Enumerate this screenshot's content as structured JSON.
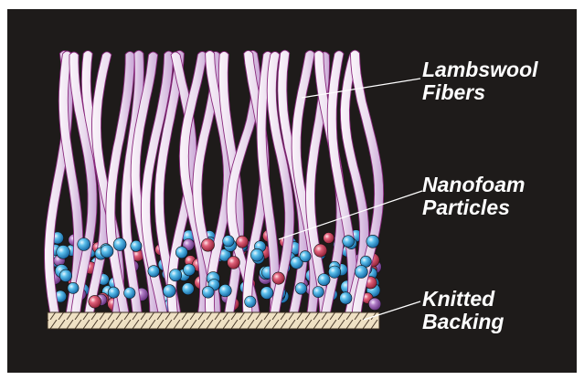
{
  "labels": {
    "fibers": {
      "line1": "Lambswool",
      "line2": "Fibers"
    },
    "particles": {
      "line1": "Nanofoam",
      "line2": "Particles"
    },
    "backing": {
      "line1": "Knitted",
      "line2": "Backing"
    }
  },
  "colors": {
    "background": "#1e1b1a",
    "fiber_light": "#f6eef6",
    "fiber_shade": "#d3b4de",
    "fiber_outline": "#8a2a7e",
    "particle_blue": "#3aa6dc",
    "particle_red": "#d5465f",
    "particle_purple": "#a06ab4",
    "backing": "#efe1c4",
    "leader_line": "#ffffff",
    "text": "#ffffff"
  }
}
